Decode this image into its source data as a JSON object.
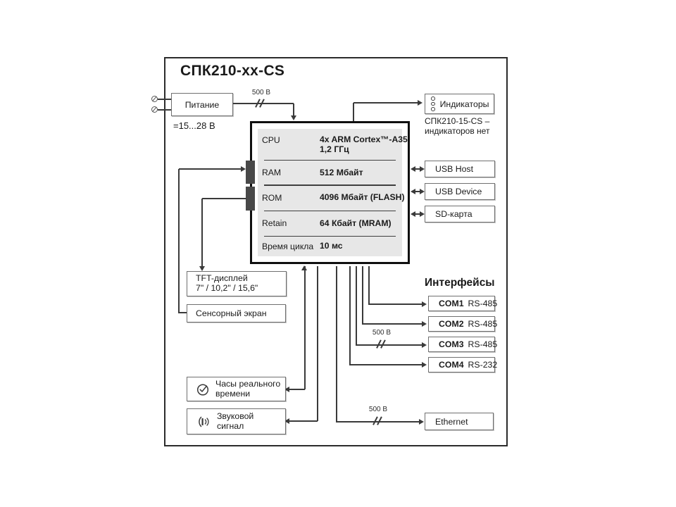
{
  "title": "СПК210-xx-CS",
  "isolation_label": "500 В",
  "power": {
    "label": "Питание",
    "voltage": "=15...28 В"
  },
  "block": {
    "rows": [
      {
        "label": "CPU",
        "value": "4x ARM Cortex™-A35",
        "value2": "1,2 ГГц"
      },
      {
        "label": "RAM",
        "value": "512 Мбайт"
      },
      {
        "label": "ROM",
        "value": "4096 Мбайт (FLASH)"
      },
      {
        "label": "Retain",
        "value": "64 Кбайт (MRAM)"
      },
      {
        "label": "Время цикла",
        "value": "10 мс"
      }
    ]
  },
  "indicators": {
    "label": "Индикаторы",
    "note1": "СПК210-15-CS –",
    "note2": "индикаторов нет"
  },
  "usb_host": {
    "label": "USB Host"
  },
  "usb_device": {
    "label": "USB Device"
  },
  "sd_card": {
    "label": "SD-карта"
  },
  "interfaces": {
    "heading": "Интерфейсы",
    "ports": [
      {
        "name": "COM1",
        "std": "RS-485"
      },
      {
        "name": "COM2",
        "std": "RS-485"
      },
      {
        "name": "COM3",
        "std": "RS-485"
      },
      {
        "name": "COM4",
        "std": "RS-232"
      }
    ]
  },
  "ethernet": {
    "label": "Ethernet"
  },
  "tft": {
    "line1": "TFT-дисплей",
    "line2": "7\" / 10,2\" / 15,6\""
  },
  "touch": {
    "label": "Сенсорный экран"
  },
  "rtc": {
    "line1": "Часы реального",
    "line2": "времени"
  },
  "sound": {
    "line1": "Звуковой",
    "line2": "сигнал"
  },
  "icons": {
    "rtc": "clock-icon",
    "sound": "speaker-icon",
    "indicators": "led-circles",
    "power_input": "screw-terminal"
  },
  "colors": {
    "line": "#3a3a3a",
    "panel": "#e7e7e7",
    "tab": "#484848",
    "box_border": "#707070",
    "frame": "#2b2b2b"
  }
}
